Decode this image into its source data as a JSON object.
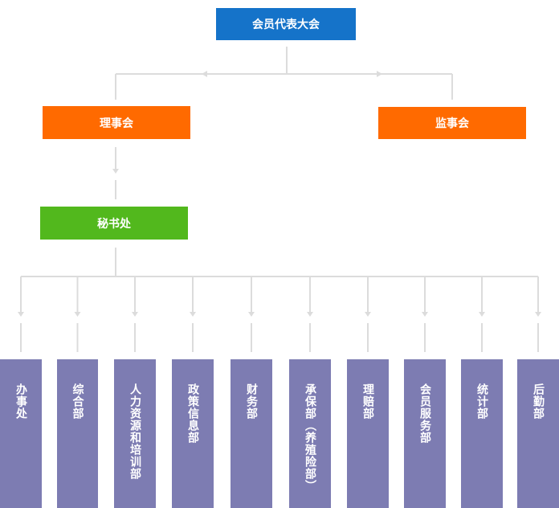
{
  "colors": {
    "top": "#1573c9",
    "board": "#ff6a00",
    "supervisor": "#ff6a00",
    "secretariat": "#52b81d",
    "department": "#7d7cb2",
    "connector": "#dcdcdc"
  },
  "nodes": {
    "top": "会员代表大会",
    "board": "理事会",
    "supervisor": "监事会",
    "secretariat": "秘书处"
  },
  "departments": [
    "办事处",
    "综合部",
    "人力资源和培训部",
    "政策信息部",
    "财务部",
    "承保部（养殖险部）",
    "理赔部",
    "会员服务部",
    "统计部",
    "后勤部"
  ]
}
